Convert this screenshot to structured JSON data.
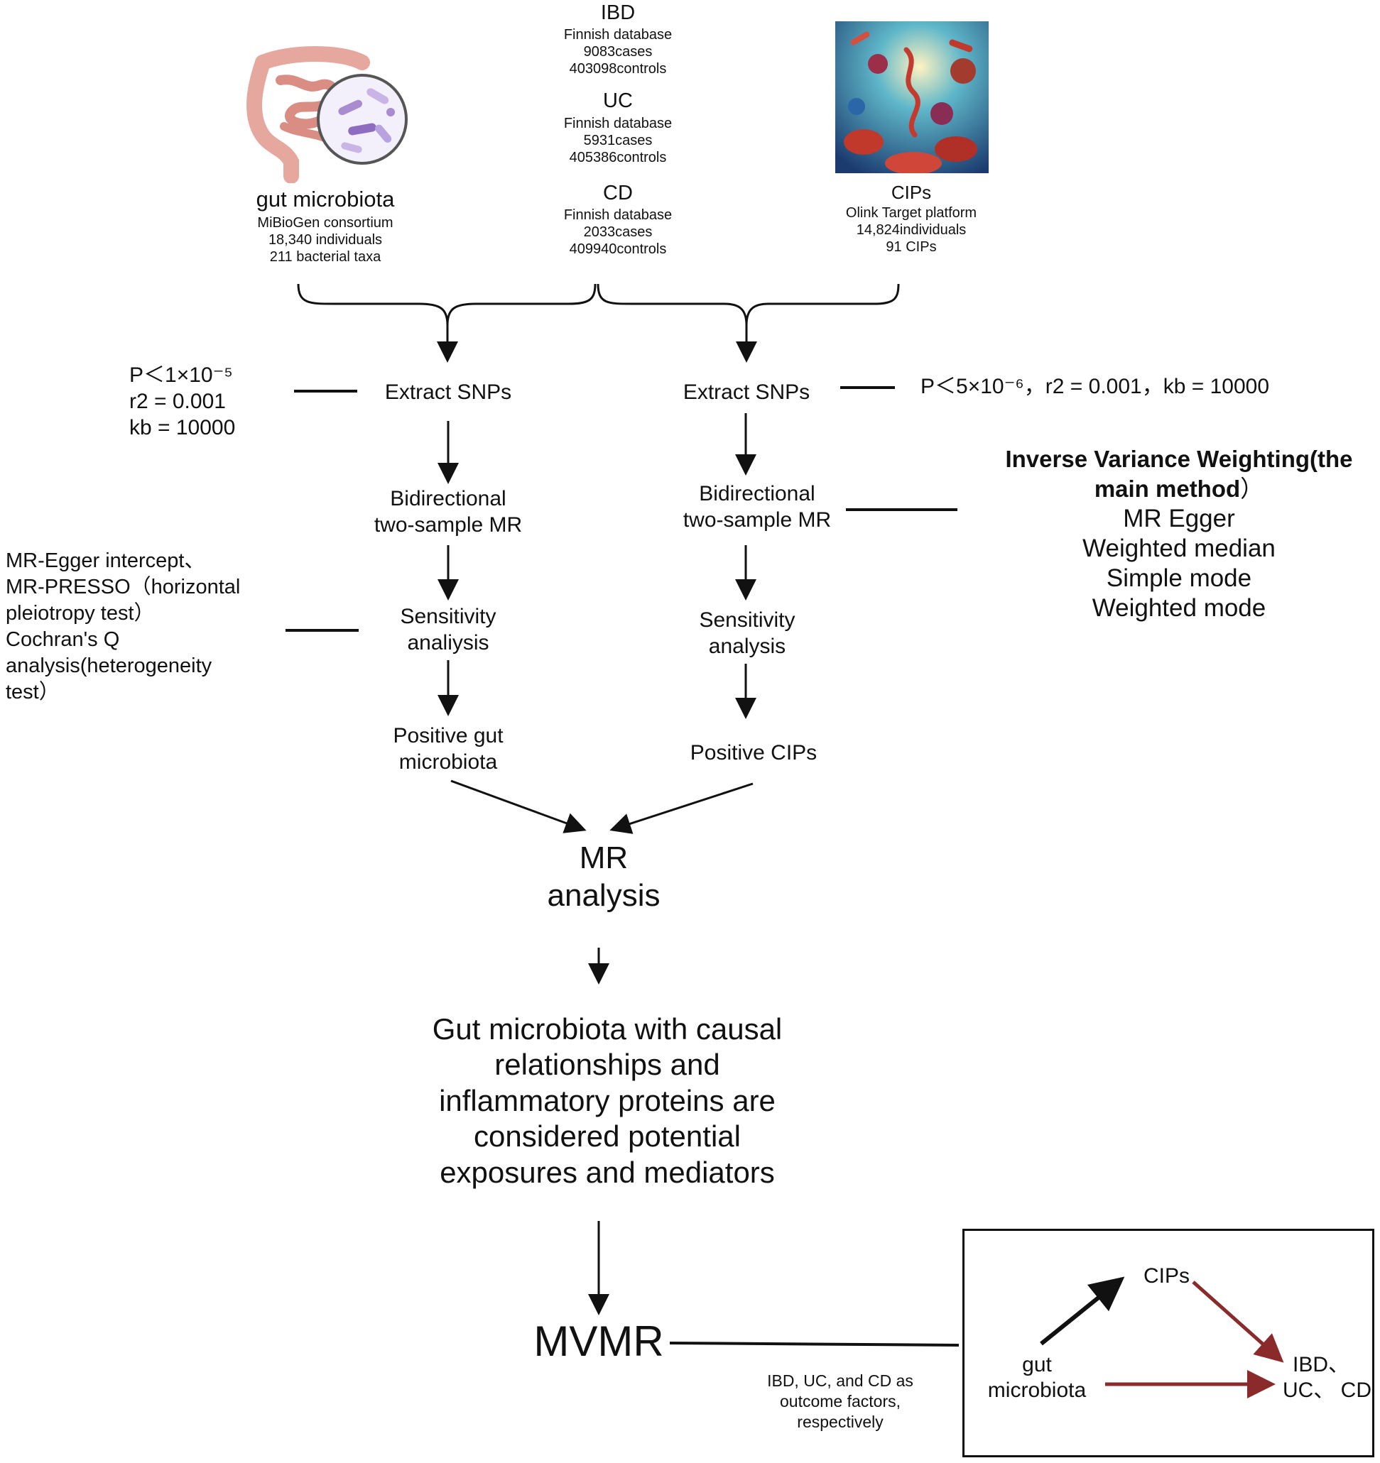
{
  "sources": {
    "gut": {
      "title": "gut microbiota",
      "lines": [
        "MiBioGen consortium",
        "18,340 individuals",
        "211 bacterial taxa"
      ]
    },
    "ibd": {
      "title": "IBD",
      "lines": [
        "Finnish database",
        "9083cases",
        "403098controls"
      ]
    },
    "uc": {
      "title": "UC",
      "lines": [
        "Finnish database",
        "5931cases",
        "405386controls"
      ]
    },
    "cd": {
      "title": "CD",
      "lines": [
        "Finnish database",
        "2033cases",
        "409940controls"
      ]
    },
    "cips": {
      "title": "CIPs",
      "lines": [
        "Olink Target platform",
        "14,824individuals",
        "91 CIPs"
      ]
    }
  },
  "left": {
    "threshold": [
      "P＜1×10⁻⁵",
      "r2 = 0.001",
      "kb = 10000"
    ],
    "extract": "Extract SNPs",
    "mr": [
      "Bidirectional",
      "two-sample MR"
    ],
    "sensitivity": [
      "Sensitivity",
      "analiysis"
    ],
    "positive": [
      "Positive gut",
      "microbiota"
    ],
    "sensitivity_notes": [
      "MR-Egger intercept、",
      "MR-PRESSO（horizontal",
      "pleiotropy test）",
      "Cochran's Q",
      "analysis(heterogeneity",
      "test）"
    ]
  },
  "right": {
    "threshold": "P＜5×10⁻⁶，r2 = 0.001，kb = 10000",
    "extract": "Extract SNPs",
    "mr": [
      "Bidirectional",
      "two-sample MR"
    ],
    "sensitivity": [
      "Sensitivity",
      "analysis"
    ],
    "positive": "Positive CIPs",
    "methods_bold_1": "Inverse Variance Weighting(the",
    "methods_bold_2": "main method",
    "methods_bold_2_suffix": "）",
    "methods": [
      "MR Egger",
      "Weighted median",
      "Simple mode",
      "Weighted mode"
    ]
  },
  "center": {
    "mr_analysis": [
      "MR",
      "analysis"
    ],
    "conclusion": [
      "Gut microbiota with causal",
      "relationships and",
      "inflammatory proteins are",
      "considered potential",
      "exposures and mediators"
    ],
    "mvmr": "MVMR",
    "outcome_note": [
      "IBD, UC, and CD as",
      "outcome factors,",
      "respectively"
    ]
  },
  "inset": {
    "cips": "CIPs",
    "gut": [
      "gut",
      "microbiota"
    ],
    "outcome": [
      "IBD、",
      "UC、 CD"
    ]
  },
  "colors": {
    "arrow_dark": "#111111",
    "arrow_red": "#8b2a2a",
    "gut_pink": "#e6a79e",
    "bacteria_purple": "#a98bd0"
  }
}
